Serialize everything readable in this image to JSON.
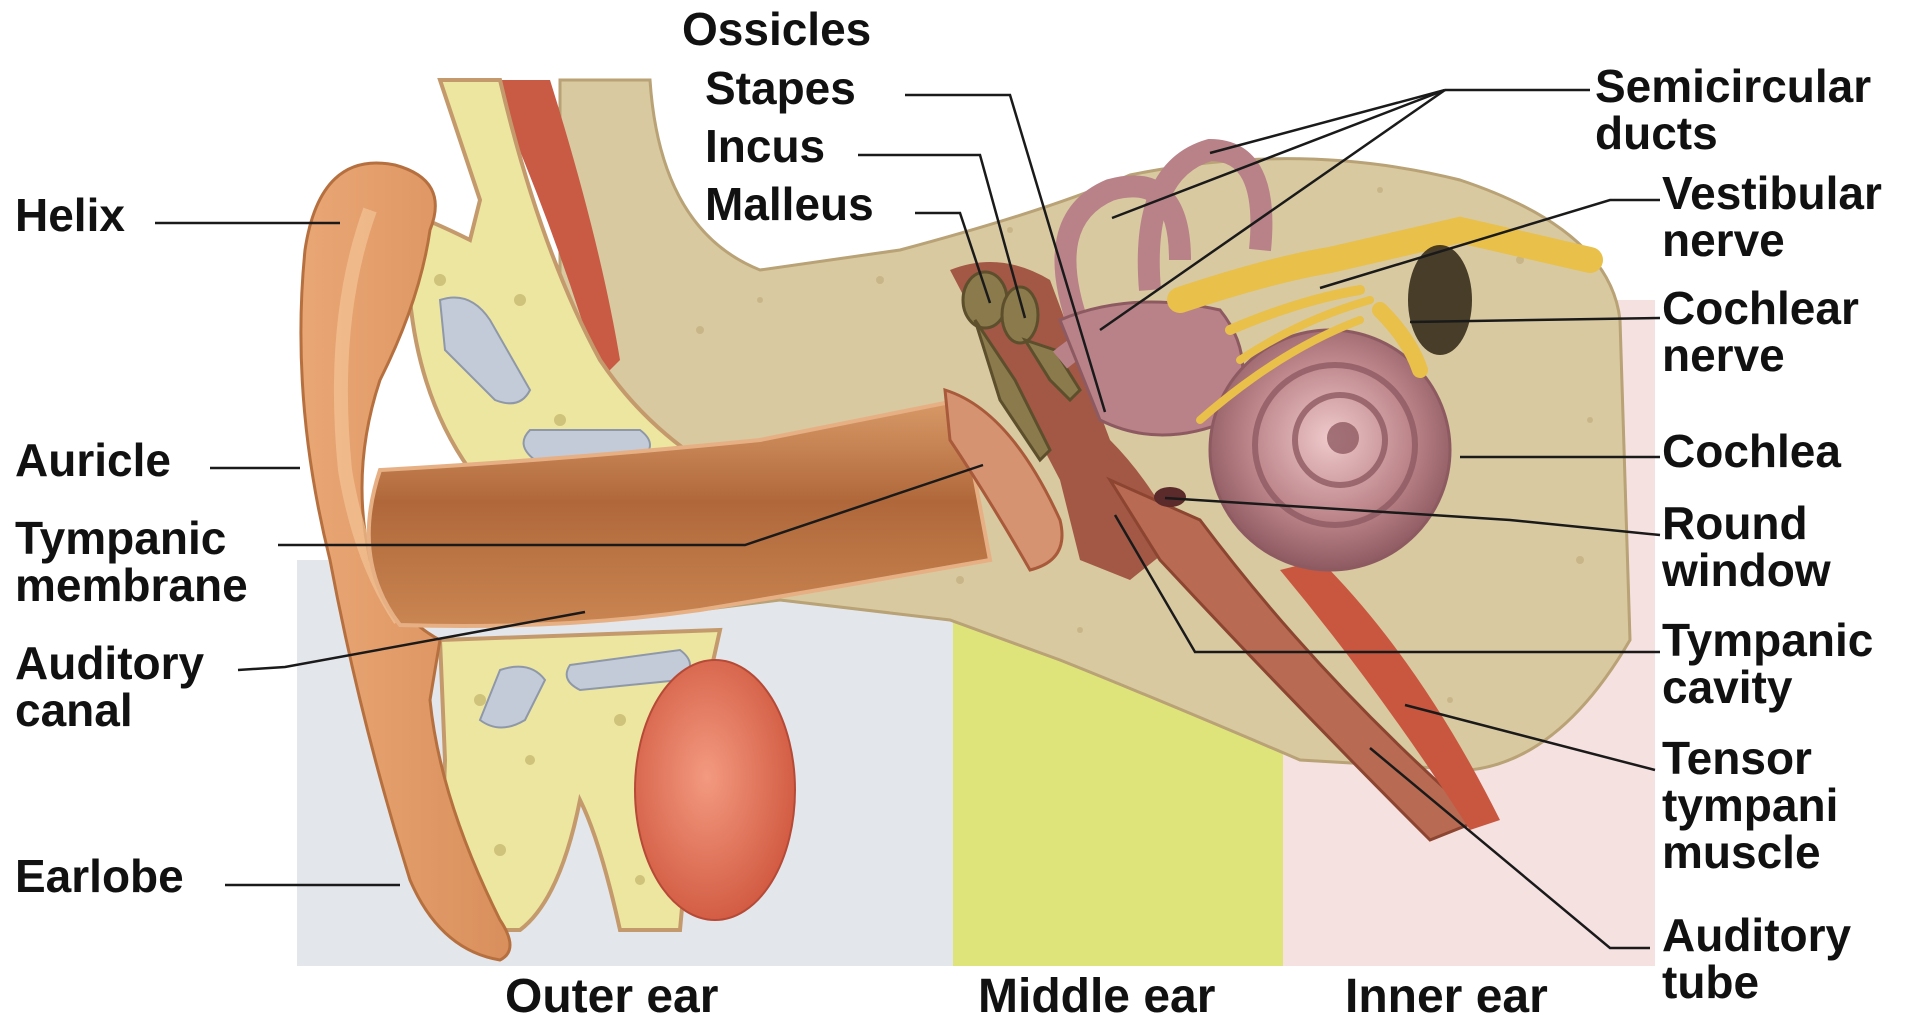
{
  "colors": {
    "outer_ear_panel": "#e3e7ec",
    "middle_ear_panel": "#dfe47a",
    "inner_ear_panel": "#f5e1e0",
    "skin": "#e4a070",
    "cartilage": "#ede6a0",
    "bone": "#d8c9a0",
    "ossicles": "#8a7a4c",
    "inner_ear_structures": "#b98289",
    "nerve": "#e8c04a",
    "muscle": "#c9573f",
    "leader_line": "#1a1a1a"
  },
  "labels": {
    "left": {
      "helix": "Helix",
      "auricle": "Auricle",
      "tympanic_membrane": [
        "Tympanic",
        "membrane"
      ],
      "auditory_canal": [
        "Auditory",
        "canal"
      ],
      "earlobe": "Earlobe"
    },
    "top": {
      "ossicles": "Ossicles",
      "stapes": "Stapes",
      "incus": "Incus",
      "malleus": "Malleus"
    },
    "right": {
      "semicircular_ducts": [
        "Semicircular",
        "ducts"
      ],
      "vestibular_nerve": [
        "Vestibular",
        "nerve"
      ],
      "cochlear_nerve": [
        "Cochlear",
        "nerve"
      ],
      "cochlea": "Cochlea",
      "round_window": [
        "Round",
        "window"
      ],
      "tympanic_cavity": [
        "Tympanic",
        "cavity"
      ],
      "tensor_tympani_muscle": [
        "Tensor",
        "tympani",
        "muscle"
      ],
      "auditory_tube": [
        "Auditory",
        "tube"
      ]
    }
  },
  "regions": {
    "outer_ear": "Outer ear",
    "middle_ear": "Middle ear",
    "inner_ear": "Inner ear"
  }
}
